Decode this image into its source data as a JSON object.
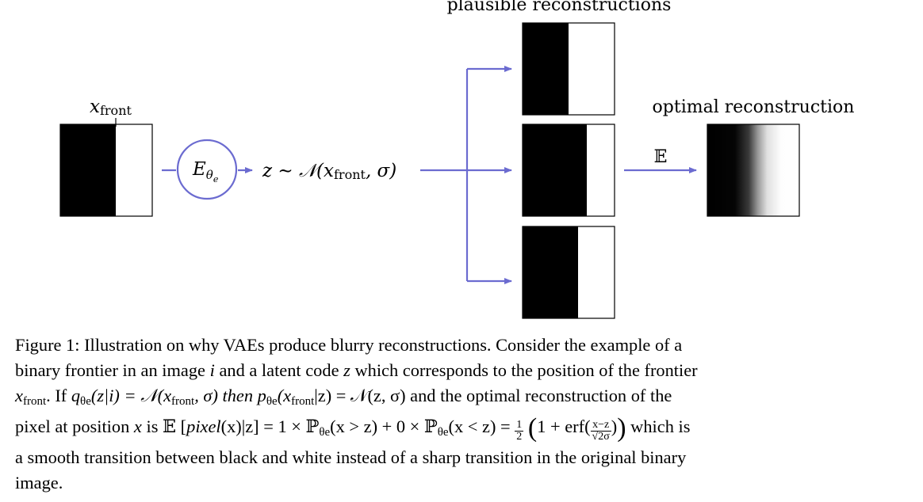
{
  "diagram": {
    "plausible_label": "plausible reconstructions",
    "optimal_label": "optimal reconstruction",
    "input_label_var": "x",
    "input_label_sub": "front",
    "encoder_label": "E",
    "encoder_sub": "θ",
    "encoder_subsub": "e",
    "latent_label": "z ∼ 𝒩(x",
    "latent_sub": "front",
    "latent_tail": ", σ)",
    "expectation_label": "𝔼",
    "plausible_frontiers": [
      0.5,
      0.7,
      0.6
    ],
    "input_frontier": 0.6,
    "accent_color": "#6b6bd0"
  },
  "caption": {
    "line1": "Figure 1: Illustration on why VAEs produce blurry reconstructions. Consider the example of a",
    "line2_a": "binary frontier in an image",
    "line2_i": "i",
    "line2_b": "and a latent code",
    "line2_z": "z",
    "line2_c": "which corresponds to the position of the frontier",
    "line3_x": "x",
    "line3_sub": "front",
    "line3_a": ". If",
    "line3_q": "q",
    "line3_b": "(z|i) = 𝒩(x",
    "line3_c": ", σ) then",
    "line3_p": "p",
    "line3_d": "(x",
    "line3_e": "|z) = 𝒩(z, σ) and the optimal reconstruction of the",
    "line4_a": "pixel at position",
    "line4_x": "x",
    "line4_b": "is 𝔼 [",
    "line4_pix": "pixel",
    "line4_c": "(x)|z] = 1 × ℙ",
    "line4_d": "(x > z) + 0 × ℙ",
    "line4_e": "(x < z) =",
    "line4_half_num": "1",
    "line4_half_den": "2",
    "line4_f": "1 + erf(",
    "line4_fr_num": "x−z",
    "line4_fr_den": "√2σ",
    "line4_g": ")",
    "line4_h": "which is",
    "line5": "a smooth transition between black and white instead of a sharp transition in the original binary",
    "line6": "image.",
    "theta_e": "θe"
  }
}
